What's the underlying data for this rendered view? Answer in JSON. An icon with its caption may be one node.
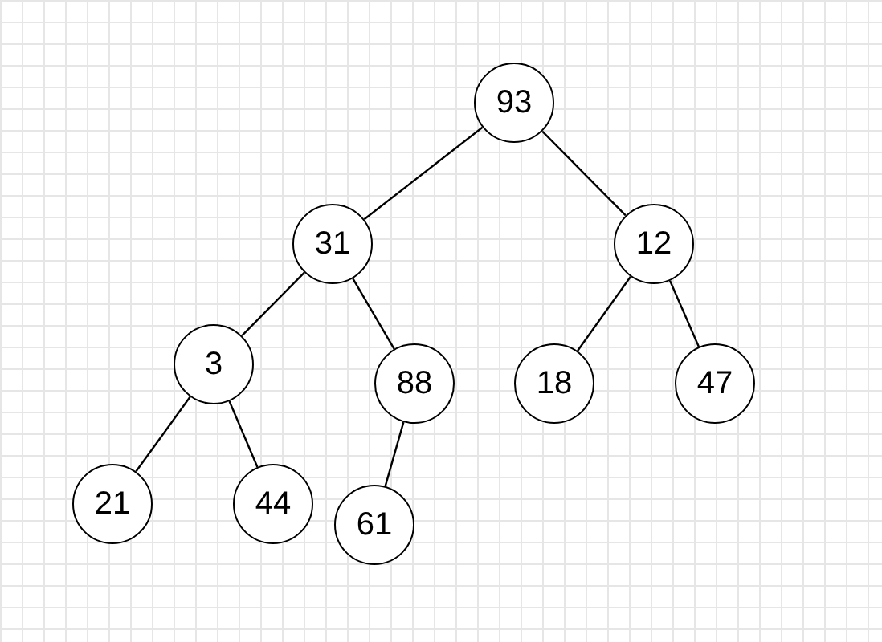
{
  "diagram": {
    "nodes": [
      {
        "text": [
          "93"
        ]
      },
      {
        "text": [
          "31"
        ]
      },
      {
        "text": [
          "12"
        ]
      },
      {
        "text": [
          "3"
        ]
      },
      {
        "text": [
          "88"
        ]
      },
      {
        "text": [
          "18"
        ]
      },
      {
        "text": [
          "47"
        ]
      },
      {
        "text": [
          "21"
        ]
      },
      {
        "text": [
          "44"
        ]
      },
      {
        "text": [
          "61"
        ]
      }
    ],
    "edges": [
      {
        "from": 0,
        "to": 1,
        "arrow": "none"
      },
      {
        "from": 0,
        "to": 2,
        "arrow": "none"
      },
      {
        "from": 1,
        "to": 3,
        "arrow": "none"
      },
      {
        "from": 1,
        "to": 4,
        "arrow": "none"
      },
      {
        "from": 2,
        "to": 5,
        "arrow": "none"
      },
      {
        "from": 2,
        "to": 6,
        "arrow": "none"
      },
      {
        "from": 3,
        "to": 7,
        "arrow": "none"
      },
      {
        "from": 3,
        "to": 8,
        "arrow": "none"
      },
      {
        "from": 4,
        "to": 9,
        "arrow": "none"
      }
    ]
  }
}
